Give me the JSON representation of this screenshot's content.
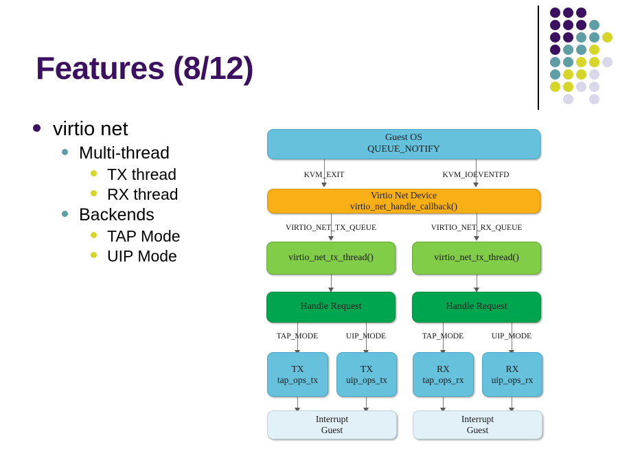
{
  "slide": {
    "title": "Features (8/12)"
  },
  "bullets": [
    {
      "level": 1,
      "label": "virtio net"
    },
    {
      "level": 2,
      "label": "Multi-thread"
    },
    {
      "level": 3,
      "label": "TX thread"
    },
    {
      "level": 3,
      "label": "RX thread"
    },
    {
      "level": 2,
      "label": "Backends"
    },
    {
      "level": 3,
      "label": "TAP Mode"
    },
    {
      "level": 3,
      "label": "UIP Mode"
    }
  ],
  "colors": {
    "title_purple": "#3b1060",
    "bullet_l1": "#3b1060",
    "bullet_l2": "#5f9ea4",
    "bullet_l3": "#d6d62a",
    "deco_purple": "#3b1060",
    "deco_teal": "#5f9ea4",
    "deco_yellow": "#d6d62a",
    "deco_lavender": "#d8d8ea",
    "node_blue": "#66c2dc",
    "node_orange": "#f9b016",
    "node_light_green": "#81cc48",
    "node_dark_green": "#00a54f",
    "node_pale_blue": "#e2f1f7",
    "edge_gray": "#7b7b7b"
  },
  "deco_grid": {
    "rows": [
      [
        "purple",
        "purple",
        "purple",
        "none",
        "none"
      ],
      [
        "purple",
        "purple",
        "purple",
        "teal",
        "none"
      ],
      [
        "purple",
        "purple",
        "teal",
        "teal",
        "yellow"
      ],
      [
        "purple",
        "teal",
        "teal",
        "yellow",
        "none"
      ],
      [
        "teal",
        "teal",
        "yellow",
        "yellow",
        "lavender"
      ],
      [
        "teal",
        "yellow",
        "yellow",
        "lavender",
        "none"
      ],
      [
        "yellow",
        "yellow",
        "lavender",
        "lavender",
        "none"
      ],
      [
        "none",
        "lavender",
        "none",
        "lavender",
        "none"
      ]
    ]
  },
  "diagram": {
    "nodes": {
      "guest_os": {
        "line1": "Guest OS",
        "line2": "QUEUE_NOTIFY"
      },
      "virtio_net_device": {
        "line1": "Virtio Net Device",
        "line2": "virtio_net_handle_callback()"
      },
      "tx_thread": {
        "line1": "virtio_net_tx_thread()"
      },
      "rx_thread": {
        "line1": "virtio_net_tx_thread()"
      },
      "handle_request_left": {
        "line1": "Handle Request"
      },
      "handle_request_right": {
        "line1": "Handle Request"
      },
      "tx_tap": {
        "line1": "TX",
        "line2": "tap_ops_tx"
      },
      "tx_uip": {
        "line1": "TX",
        "line2": "uip_ops_tx"
      },
      "rx_tap": {
        "line1": "RX",
        "line2": "tap_ops_rx"
      },
      "rx_uip": {
        "line1": "RX",
        "line2": "uip_ops_rx"
      },
      "interrupt_guest_left": {
        "line1": "Interrupt",
        "line2": "Guest"
      },
      "interrupt_guest_right": {
        "line1": "Interrupt",
        "line2": "Guest"
      }
    },
    "edge_labels": {
      "kvm_exit": "KVM_EXIT",
      "kvm_ioeventfd": "KVM_IOEVENTFD",
      "virtio_net_tx_queue": "VIRTIO_NET_TX_QUEUE",
      "virtio_net_rx_queue": "VIRTIO_NET_RX_QUEUE",
      "tap_mode_left": "TAP_MODE",
      "uip_mode_left": "UIP_MODE",
      "tap_mode_right": "TAP_MODE",
      "uip_mode_right": "UIP_MODE"
    }
  }
}
